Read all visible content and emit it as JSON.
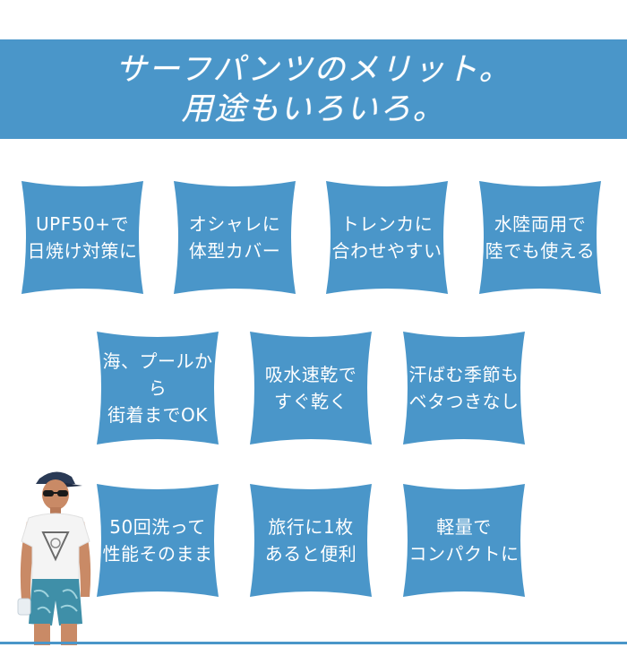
{
  "banner": {
    "line1": "サーフパンツのメリット。",
    "line2": "用途もいろいろ。"
  },
  "colors": {
    "accent": "#4a96c9",
    "text_on_accent": "#ffffff"
  },
  "benefits": [
    {
      "label": "UPF50+で\n日焼け対策に"
    },
    {
      "label": "オシャレに\n体型カバー"
    },
    {
      "label": "トレンカに\n合わせやすい"
    },
    {
      "label": "水陸両用で\n陸でも使える"
    },
    {
      "label": "海、プールから\n街着までOK"
    },
    {
      "label": "吸水速乾で\nすぐ乾く"
    },
    {
      "label": "汗ばむ季節も\nベタつきなし"
    },
    {
      "label": "50回洗って\n性能そのまま"
    },
    {
      "label": "旅行に1枚\nあると便利"
    },
    {
      "label": "軽量で\nコンパクトに"
    }
  ],
  "model_image": {
    "icon": "model-in-surf-pants"
  }
}
